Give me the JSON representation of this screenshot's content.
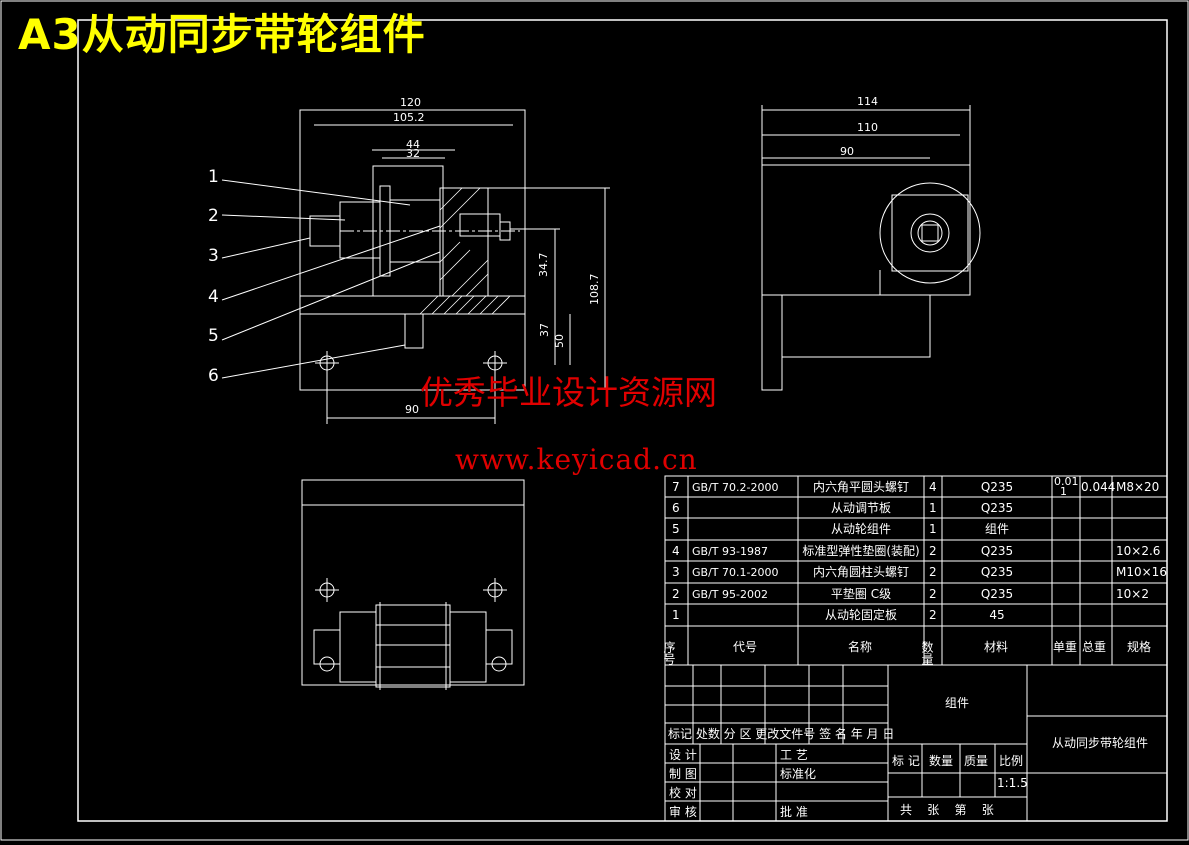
{
  "title": "A3从动同步带轮组件",
  "watermark": {
    "line1": "优秀毕业设计资源网",
    "line2": "www.keyicad.cn"
  },
  "colors": {
    "background": "#000000",
    "lines": "#ffffff",
    "title": "#ffff00",
    "watermark": "#e00000"
  },
  "front_view_dims": {
    "d120": "120",
    "d105": "105.2",
    "d44": "44",
    "d32": "32",
    "d34_7": "34.7",
    "d108_7": "108.7",
    "d37": "37",
    "d50": "50",
    "d90": "90"
  },
  "side_view_dims": {
    "d114": "114",
    "d110": "110",
    "d90": "90"
  },
  "balloons": [
    "1",
    "2",
    "3",
    "4",
    "5",
    "6"
  ],
  "bom": {
    "rows": [
      {
        "no": "7",
        "code": "GB/T 70.2-2000",
        "name": "内六角平圆头螺钉",
        "qty": "4",
        "material": "Q235",
        "unit_weight": "0.01",
        "unit_weight2": "1",
        "total_weight": "0.044",
        "spec": "M8×20"
      },
      {
        "no": "6",
        "code": "",
        "name": "从动调节板",
        "qty": "1",
        "material": "Q235",
        "unit_weight": "",
        "unit_weight2": "",
        "total_weight": "",
        "spec": ""
      },
      {
        "no": "5",
        "code": "",
        "name": "从动轮组件",
        "qty": "1",
        "material": "组件",
        "unit_weight": "",
        "unit_weight2": "",
        "total_weight": "",
        "spec": ""
      },
      {
        "no": "4",
        "code": "GB/T 93-1987",
        "name": "标准型弹性垫圈(装配)",
        "qty": "2",
        "material": "Q235",
        "unit_weight": "",
        "unit_weight2": "",
        "total_weight": "",
        "spec": "10×2.6"
      },
      {
        "no": "3",
        "code": "GB/T 70.1-2000",
        "name": "内六角圆柱头螺钉",
        "qty": "2",
        "material": "Q235",
        "unit_weight": "",
        "unit_weight2": "",
        "total_weight": "",
        "spec": "M10×16"
      },
      {
        "no": "2",
        "code": "GB/T 95-2002",
        "name": "平垫圈 C级",
        "qty": "2",
        "material": "Q235",
        "unit_weight": "",
        "unit_weight2": "",
        "total_weight": "",
        "spec": "10×2"
      },
      {
        "no": "1",
        "code": "",
        "name": "从动轮固定板",
        "qty": "2",
        "material": "45",
        "unit_weight": "",
        "unit_weight2": "",
        "total_weight": "",
        "spec": ""
      }
    ],
    "headers": {
      "no": "序号",
      "code": "代号",
      "name": "名称",
      "qty": "数量",
      "material": "材料",
      "unit_weight": "单重",
      "total_weight": "总重",
      "spec": "规格"
    }
  },
  "title_block": {
    "assembly": "组件",
    "drawing_name": "从动同步带轮组件",
    "rev_headers": "标记 处数  分 区  更改文件号  签 名  年 月 日",
    "sign_rows": [
      "设 计",
      "制 图",
      "校 对",
      "审 核"
    ],
    "process": "工 艺",
    "standard": "标准化",
    "approve": "批 准",
    "mark": "标 记",
    "quantity": "数量",
    "mass": "质量",
    "scale_label": "比例",
    "scale": "1:1.5",
    "sheets": "共    张    第    张"
  }
}
